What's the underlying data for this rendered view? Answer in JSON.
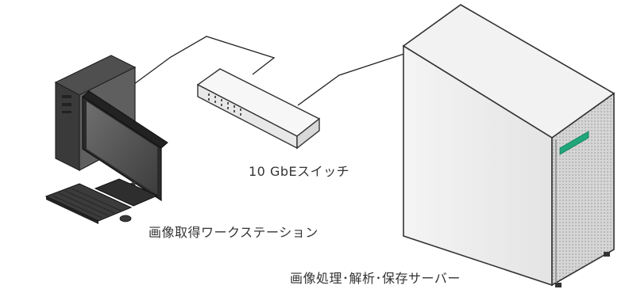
{
  "labels": {
    "switch": "10 GbEスイッチ",
    "workstation": "画像取得ワークステーション",
    "server": "画像処理･解析･保存サーバー"
  },
  "colors": {
    "cable": "#222222",
    "server_badge": "#1fa67a",
    "label_text": "#333333"
  },
  "icons": {
    "workstation": "desktop-computer-icon",
    "switch": "network-switch-icon",
    "server": "tower-server-icon"
  }
}
